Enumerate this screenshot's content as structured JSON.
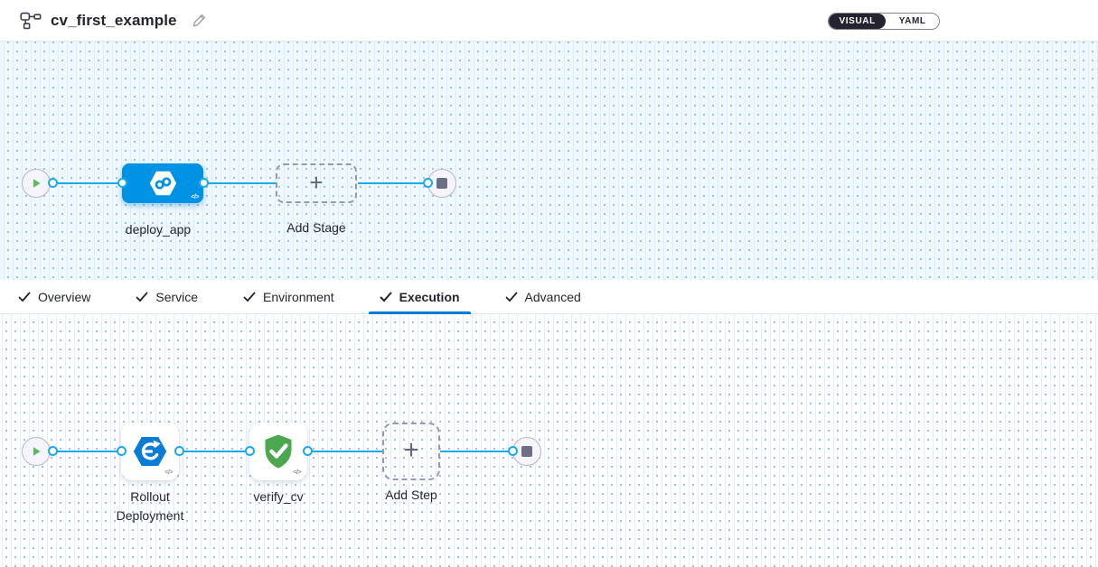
{
  "header": {
    "title": "cv_first_example",
    "view_toggle": {
      "visual": "VISUAL",
      "yaml": "YAML"
    }
  },
  "stage_pipeline": {
    "stage_name": "deploy_app",
    "add_stage_label": "Add Stage"
  },
  "tabs": [
    {
      "label": "Overview",
      "checked": true,
      "active": false
    },
    {
      "label": "Service",
      "checked": true,
      "active": false
    },
    {
      "label": "Environment",
      "checked": true,
      "active": false
    },
    {
      "label": "Execution",
      "checked": true,
      "active": true
    },
    {
      "label": "Advanced",
      "checked": true,
      "active": false
    }
  ],
  "execution": {
    "steps": [
      {
        "name": "Rollout Deployment",
        "icon": "rollout-deployment-icon"
      },
      {
        "name": "verify_cv",
        "icon": "verify-shield-icon"
      }
    ],
    "add_step_label": "Add Step"
  },
  "glyphs": {
    "code": "</>",
    "plus": "+"
  },
  "colors": {
    "stage_blue": "#0092e4",
    "connector_blue": "#1ba9ee",
    "tab_underline_blue": "#0278d5",
    "play_green": "#5fb962",
    "shield_green": "#4ba84e",
    "rollout_blue": "#0a7cd7",
    "toggle_dark": "#24232f"
  }
}
